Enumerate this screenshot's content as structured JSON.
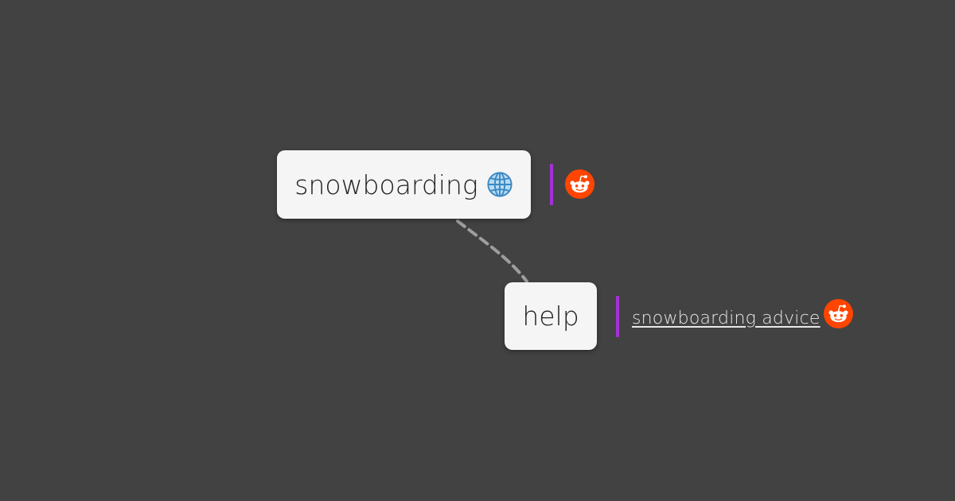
{
  "mindmap": {
    "root": {
      "label": "snowboarding",
      "icon": "globe-icon",
      "link_icon": "reddit-icon"
    },
    "child": {
      "label": "help",
      "link_text": "snowboarding advice",
      "link_icon": "reddit-icon"
    }
  },
  "colors": {
    "background": "#424242",
    "node": "#f5f5f5",
    "accent_bar": "#a531d6",
    "reddit": "#ff4500",
    "connector": "#9e9e9e"
  }
}
